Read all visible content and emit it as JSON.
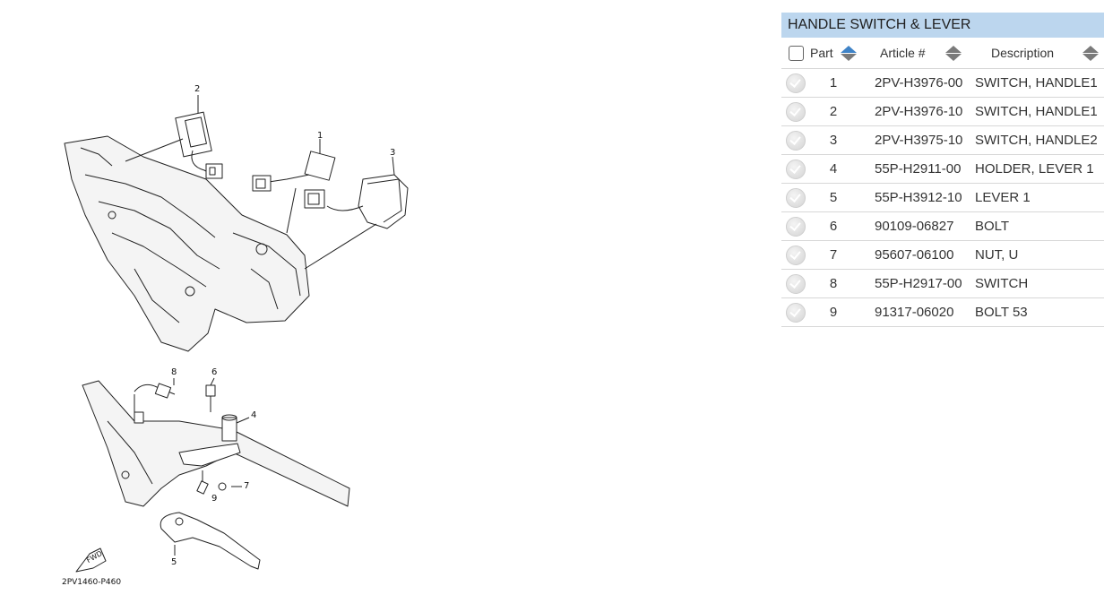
{
  "panel": {
    "title": "HANDLE SWITCH & LEVER",
    "columns": {
      "part": "Part",
      "article": "Article #",
      "description": "Description"
    },
    "rows": [
      {
        "part": "1",
        "article": "2PV-H3976-00",
        "description": "SWITCH, HANDLE1"
      },
      {
        "part": "2",
        "article": "2PV-H3976-10",
        "description": "SWITCH, HANDLE1"
      },
      {
        "part": "3",
        "article": "2PV-H3975-10",
        "description": "SWITCH, HANDLE2"
      },
      {
        "part": "4",
        "article": "55P-H2911-00",
        "description": "HOLDER, LEVER 1"
      },
      {
        "part": "5",
        "article": "55P-H3912-10",
        "description": "LEVER 1"
      },
      {
        "part": "6",
        "article": "90109-06827",
        "description": "BOLT"
      },
      {
        "part": "7",
        "article": "95607-06100",
        "description": "NUT, U"
      },
      {
        "part": "8",
        "article": "55P-H2917-00",
        "description": "SWITCH"
      },
      {
        "part": "9",
        "article": "91317-06020",
        "description": "BOLT 53"
      }
    ]
  },
  "diagram": {
    "callouts": [
      "1",
      "2",
      "3",
      "4",
      "5",
      "6",
      "7",
      "8",
      "9"
    ],
    "fwd_label": "FWD",
    "caption": "2PV1460-P460"
  },
  "colors": {
    "title_bar": "#bcd6ee",
    "sort_active": "#3f83c7",
    "row_border": "#d7d7d7"
  }
}
